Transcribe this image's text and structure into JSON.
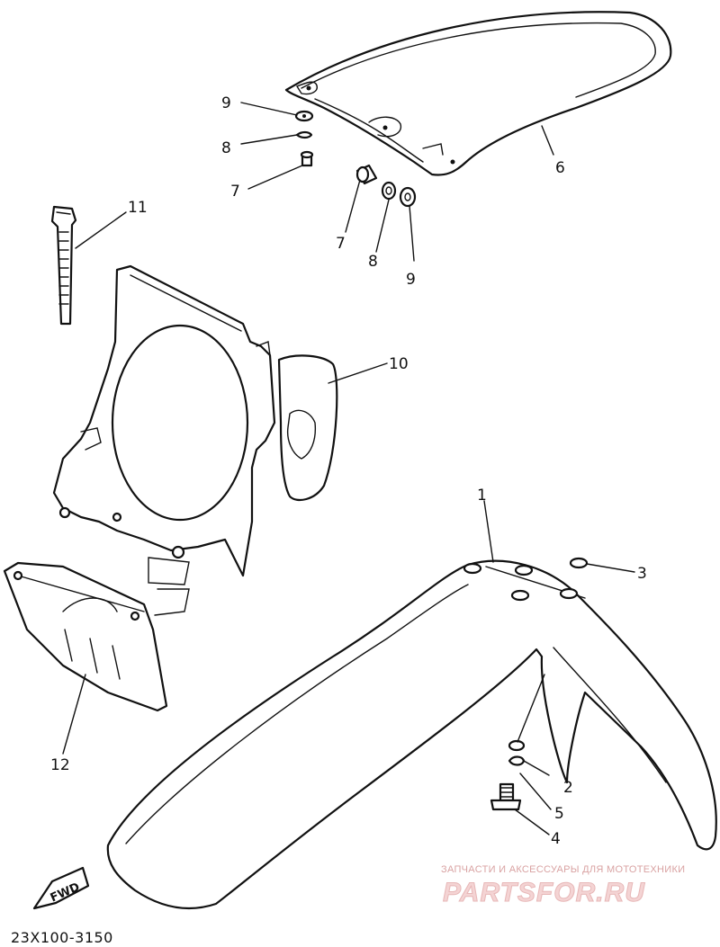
{
  "diagram": {
    "code": "23X100-3150",
    "fwd_label": "FWD",
    "callouts": {
      "p1": "1",
      "p2": "2",
      "p3": "3",
      "p4": "4",
      "p5": "5",
      "p6": "6",
      "p7a": "7",
      "p7b": "7",
      "p8a": "8",
      "p8b": "8",
      "p9a": "9",
      "p9b": "9",
      "p10": "10",
      "p11": "11",
      "p12": "12"
    }
  },
  "watermark": {
    "tagline": "ЗАПЧАСТИ И АКСЕССУАРЫ ДЛЯ МОТОТЕХНИКИ",
    "brand": "PARTSFOR.RU"
  }
}
